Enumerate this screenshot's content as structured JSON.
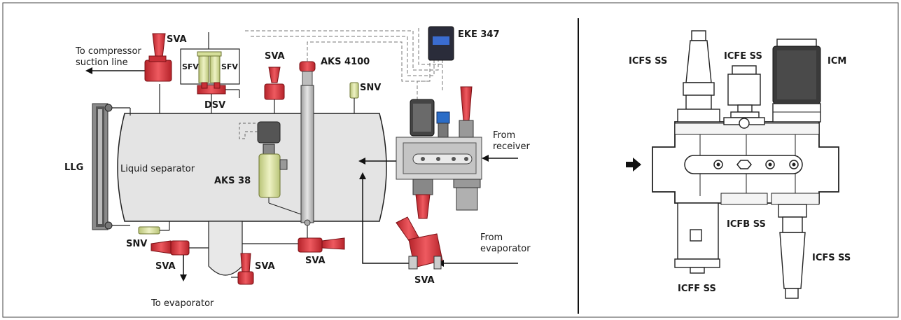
{
  "labels": {
    "svaTop": "SVA",
    "toCompressor1": "To compressor",
    "toCompressor2": "suction line",
    "sfv1": "SFV",
    "sfv2": "SFV",
    "dsv": "DSV",
    "svaMid": "SVA",
    "aks4100": "AKS 4100",
    "eke347": "EKE 347",
    "snvTop": "SNV",
    "llg": "LLG",
    "liquidSeparator": "Liquid separator",
    "aks38": "AKS 38",
    "fromReceiver1": "From",
    "fromReceiver2": "receiver",
    "fromEvaporator1": "From",
    "fromEvaporator2": "evaporator",
    "snvBottom": "SNV",
    "svaBottomLeft": "SVA",
    "svaBottomMid": "SVA",
    "svaBottomCenter": "SVA",
    "svaBottomRight": "SVA",
    "toEvaporator": "To evaporator",
    "icfsTop": "ICFS SS",
    "icfe": "ICFE SS",
    "icm": "ICM",
    "icfb": "ICFB SS",
    "icff": "ICFF SS",
    "icfsBottom": "ICFS SS"
  },
  "colors": {
    "valveRed": "#e5343d",
    "valveDark": "#b5232a",
    "yellowGreen": "#d6df9a",
    "vesselGray": "#e3e3e3",
    "steel": "#c9c9c9",
    "controllerBlue": "#2a4a8c"
  }
}
